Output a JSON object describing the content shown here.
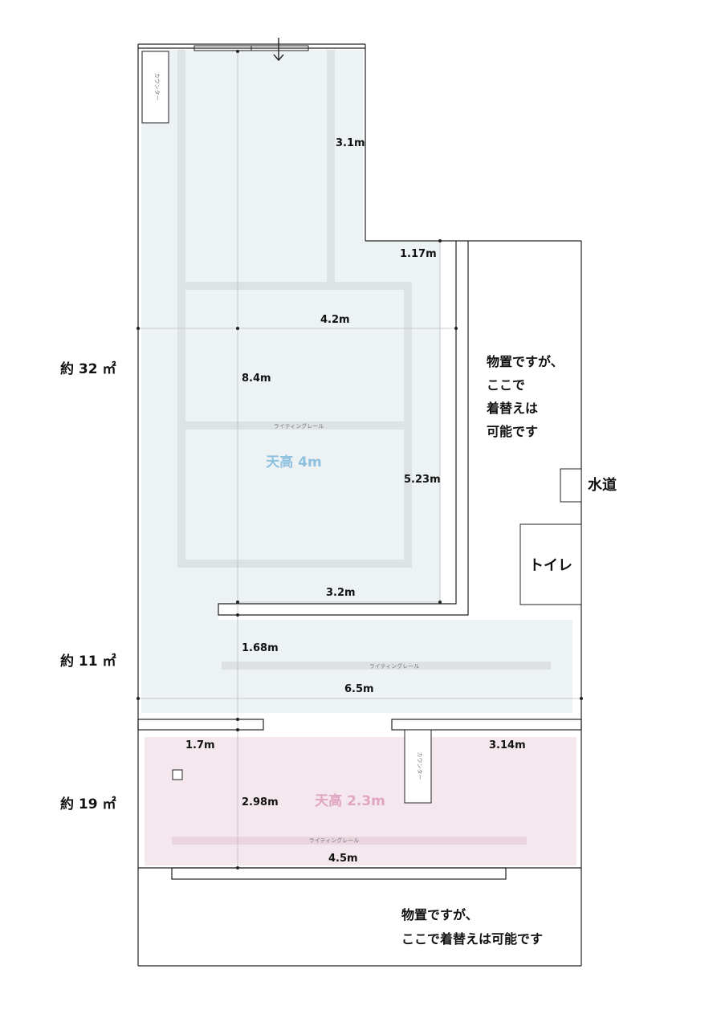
{
  "areas": {
    "upper": "約 32 ㎡",
    "middle": "約 11 ㎡",
    "lower": "約 19 ㎡"
  },
  "dimensions": {
    "d_3_1": "3.1m",
    "d_1_17": "1.17m",
    "d_4_2": "4.2m",
    "d_8_4": "8.4m",
    "d_5_23": "5.23m",
    "d_3_2": "3.2m",
    "d_1_68": "1.68m",
    "d_6_5": "6.5m",
    "d_1_7": "1.7m",
    "d_3_14": "3.14m",
    "d_2_98": "2.98m",
    "d_4_5": "4.5m"
  },
  "labels": {
    "counter": "カウンター",
    "lighting_rail": "ライティングレール",
    "ceiling_main": "天高 4m",
    "ceiling_lower": "天高 2.3m",
    "water": "水道",
    "toilet": "トイレ"
  },
  "notes": {
    "storage_right": [
      "物置ですが、",
      "ここで",
      "着替えは",
      "可能です"
    ],
    "storage_bottom": [
      "物置ですが、",
      "ここで着替えは可能です"
    ]
  },
  "colors": {
    "main_floor": "#edf2f4",
    "lower_floor": "#f4e7ee",
    "grid": "#dde2e5",
    "rail": "#dde1e4",
    "rail_pink": "#ead5df",
    "ceiling_blue": "#8ec0df",
    "ceiling_pink": "#e0a6c1"
  }
}
